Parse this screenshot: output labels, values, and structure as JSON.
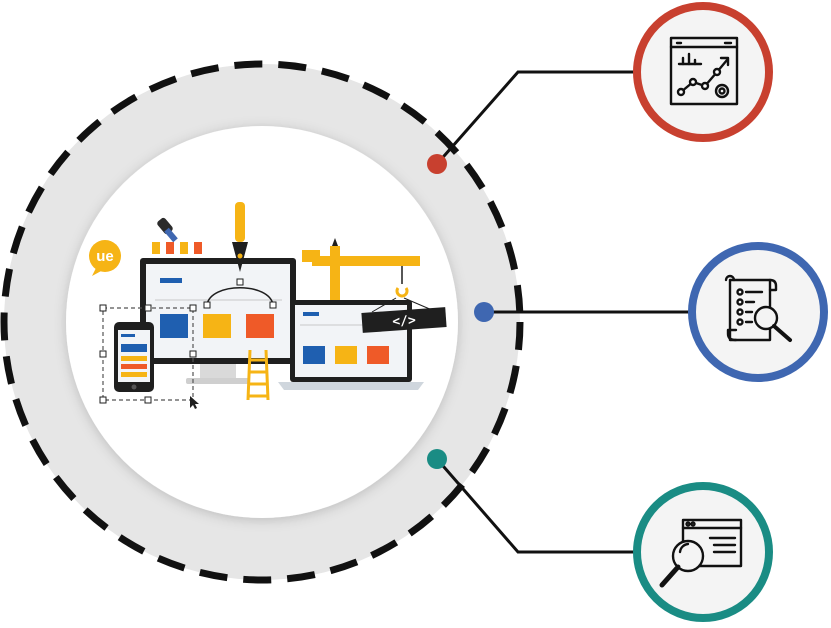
{
  "logo": {
    "text": "ue"
  },
  "code_tag": {
    "text": "</>"
  },
  "colors": {
    "red": "#c8402f",
    "blue": "#3f67b1",
    "teal": "#1a8c84",
    "ring_fill": "#e6e6e6",
    "yellow": "#f6b415",
    "orange": "#ef5a28",
    "dark": "#1f1f1f"
  },
  "features": [
    {
      "icon": "analytics-chart-icon",
      "color": "red"
    },
    {
      "icon": "document-search-icon",
      "color": "blue"
    },
    {
      "icon": "web-search-icon",
      "color": "teal"
    }
  ]
}
